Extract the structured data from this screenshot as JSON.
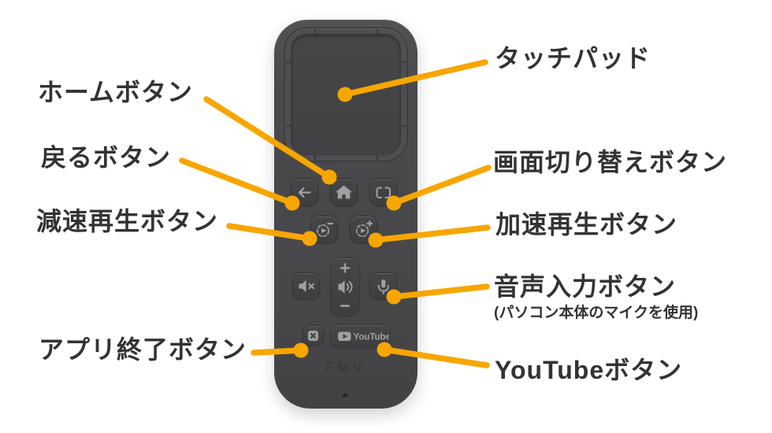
{
  "colors": {
    "accent_orange": "#F7A600",
    "label_text": "#333333",
    "remote_body": "#4A4A4C",
    "button_face": "#414143",
    "icon_gray": "#9EA0A2"
  },
  "remote": {
    "brand": "FMV",
    "youtube_button_text": "YouTube",
    "icons": {
      "back": "back-arrow-icon",
      "home": "home-icon",
      "screen_switch": "frame-brackets-icon",
      "slow_play": "play-circle-minus-icon",
      "fast_play": "play-circle-plus-icon",
      "mute": "speaker-mute-icon",
      "volume_up": "plus-icon",
      "volume_speaker": "speaker-waves-icon",
      "volume_down": "minus-icon",
      "voice": "microphone-icon",
      "app_exit": "close-x-icon",
      "youtube": "youtube-play-badge-icon"
    }
  },
  "callouts": {
    "touchpad": {
      "label": "タッチパッド"
    },
    "home": {
      "label": "ホームボタン"
    },
    "back": {
      "label": "戻るボタン"
    },
    "slow_play": {
      "label": "減速再生ボタン"
    },
    "app_exit": {
      "label": "アプリ終了ボタン"
    },
    "screen_switch": {
      "label": "画面切り替えボタン"
    },
    "fast_play": {
      "label": "加速再生ボタン"
    },
    "voice_input": {
      "label": "音声入力ボタン",
      "note": "(パソコン本体のマイクを使用)"
    },
    "youtube": {
      "label": "YouTubeボタン"
    }
  }
}
